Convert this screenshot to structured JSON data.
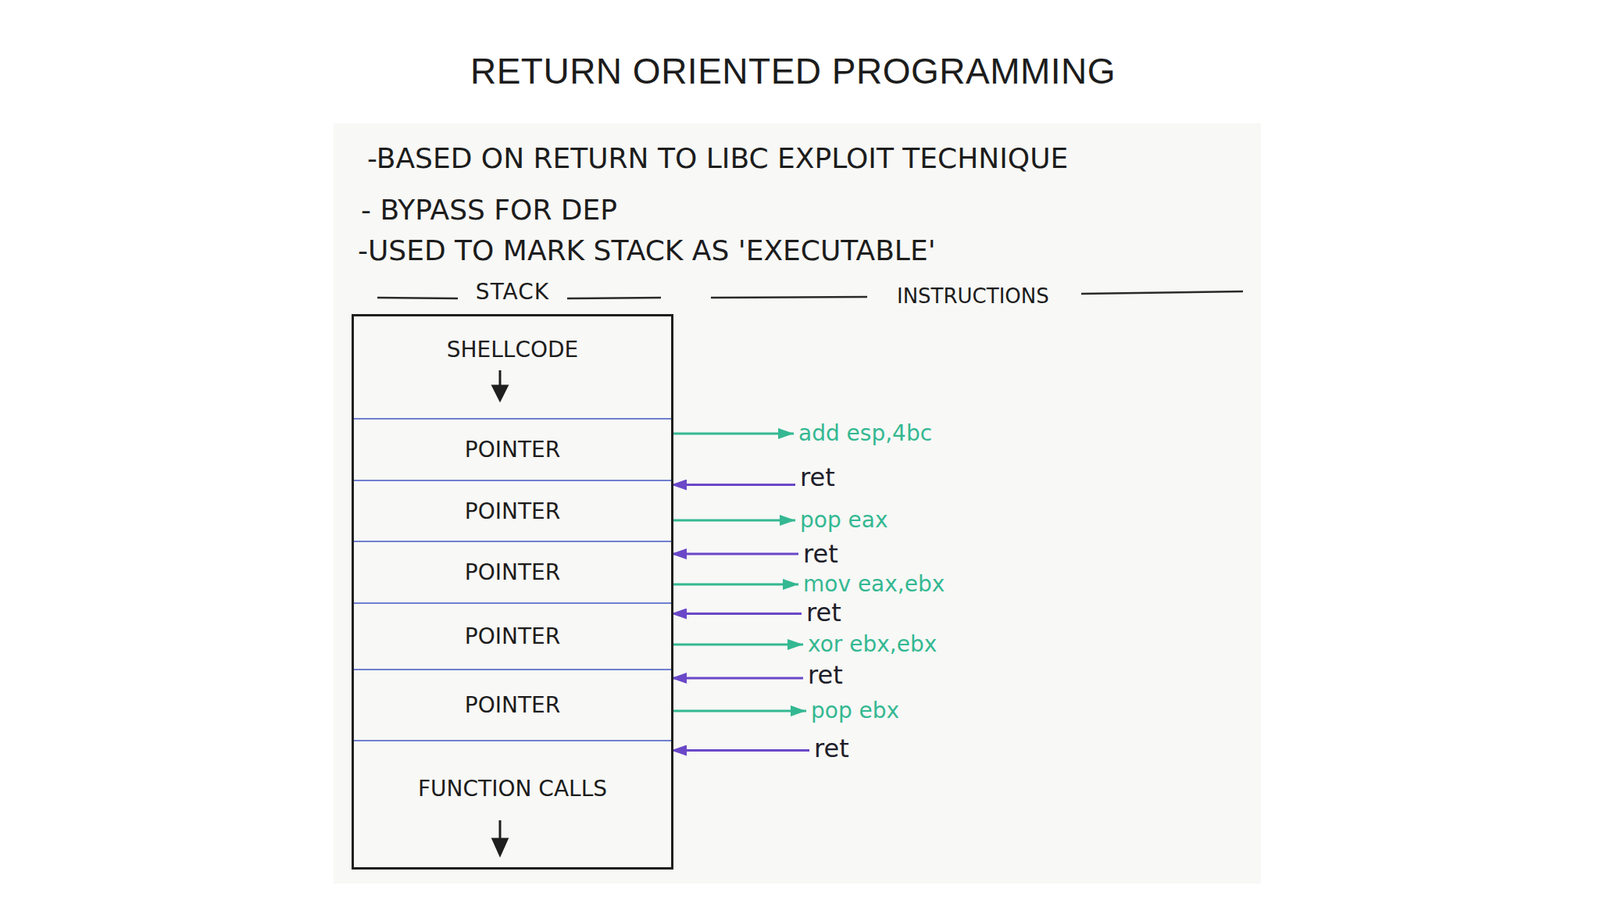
{
  "diagram": {
    "title": "RETURN ORIENTED PROGRAMMING",
    "nodes": [
      {
        "text": [
          "STACK"
        ]
      },
      {
        "text": [
          "SHELLCODE"
        ],
        "in": 0
      },
      {
        "text": [
          "POINTER"
        ],
        "in": 0
      },
      {
        "text": [
          "POINTER"
        ],
        "in": 0
      },
      {
        "text": [
          "POINTER"
        ],
        "in": 0
      },
      {
        "text": [
          "POINTER"
        ],
        "in": 0
      },
      {
        "text": [
          "POINTER"
        ],
        "in": 0
      },
      {
        "text": [
          "FUNCTION CALLS"
        ],
        "in": 0
      },
      {
        "text": [
          "add esp,4bc"
        ]
      },
      {
        "text": [
          "ret"
        ]
      },
      {
        "text": [
          "pop eax"
        ]
      },
      {
        "text": [
          "ret"
        ]
      },
      {
        "text": [
          "mov eax,ebx"
        ]
      },
      {
        "text": [
          "ret"
        ]
      },
      {
        "text": [
          "xor ebx,ebx"
        ]
      },
      {
        "text": [
          "ret"
        ]
      },
      {
        "text": [
          "pop ebx"
        ]
      },
      {
        "text": [
          "ret"
        ]
      }
    ],
    "edges": [
      {
        "from": 2,
        "to": 8,
        "arrow": "to"
      },
      {
        "from": 9,
        "to": 3,
        "arrow": "to"
      },
      {
        "from": 3,
        "to": 10,
        "arrow": "to"
      },
      {
        "from": 11,
        "to": 4,
        "arrow": "to"
      },
      {
        "from": 4,
        "to": 12,
        "arrow": "to"
      },
      {
        "from": 13,
        "to": 5,
        "arrow": "to"
      },
      {
        "from": 5,
        "to": 14,
        "arrow": "to"
      },
      {
        "from": 15,
        "to": 6,
        "arrow": "to"
      },
      {
        "from": 6,
        "to": 16,
        "arrow": "to"
      },
      {
        "from": 17,
        "to": 7,
        "arrow": "to"
      }
    ],
    "labels": [
      "-BASED ON RETURN TO LIBC EXPLOIT TECHNIQUE",
      "- BYPASS FOR DEP",
      "-USED TO MARK STACK AS 'EXECUTABLE'",
      "INSTRUCTIONS"
    ]
  }
}
